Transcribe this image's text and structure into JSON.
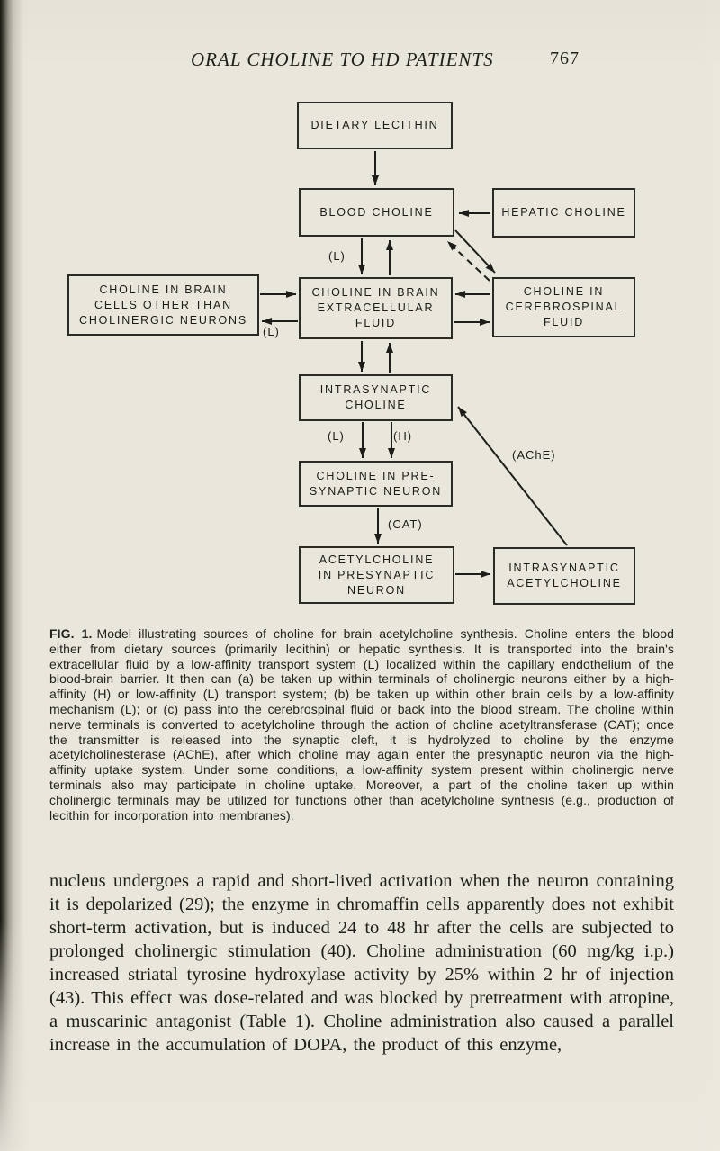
{
  "colors": {
    "page_background": "#e9e6db",
    "ink": "#201f1a"
  },
  "header": {
    "title": "ORAL CHOLINE TO HD PATIENTS",
    "page_number": "767"
  },
  "diagram": {
    "boxes": {
      "dietary_lecithin": "DIETARY LECITHIN",
      "blood_choline": "BLOOD CHOLINE",
      "hepatic_choline": "HEPATIC CHOLINE",
      "brain_cells_other": "CHOLINE IN BRAIN\nCELLS OTHER THAN\nCHOLINERGIC NEURONS",
      "extracellular_fluid": "CHOLINE IN BRAIN\nEXTRACELLULAR\nFLUID",
      "cerebrospinal_fluid": "CHOLINE IN\nCEREBROSPINAL\nFLUID",
      "intrasynaptic_choline": "INTRASYNAPTIC\nCHOLINE",
      "presynaptic_choline": "CHOLINE IN PRE-\nSYNAPTIC NEURON",
      "acetylcholine_presynaptic": "ACETYLCHOLINE\nIN PRESYNAPTIC\nNEURON",
      "intrasynaptic_acetylcholine": "INTRASYNAPTIC\nACETYLCHOLINE"
    },
    "labels": {
      "low_affinity_blood": "(L)",
      "low_affinity_cells": "(L)",
      "low_affinity_uptake": "(L)",
      "high_affinity_uptake": "(H)",
      "cat": "(CAT)",
      "ache": "(AChE)"
    }
  },
  "caption": {
    "label": "FIG. 1.",
    "text": "Model illustrating sources of choline for brain acetylcholine synthesis. Choline enters the blood either from dietary sources (primarily lecithin) or hepatic synthesis. It is transported into the brain's extracellular fluid by a low-affinity transport system (L) localized within the capillary endothelium of the blood-brain barrier. It then can (a) be taken up within terminals of cholinergic neurons either by a high-affinity (H) or low-affinity (L) transport system; (b) be taken up within other brain cells by a low-affinity mechanism (L); or (c) pass into the cerebrospinal fluid or back into the blood stream. The choline within nerve terminals is converted to acetylcholine through the action of choline acetyltransferase (CAT); once the transmitter is released into the synaptic cleft, it is hydrolyzed to choline by the enzyme acetylcholinesterase (AChE), after which choline may again enter the presynaptic neuron via the high-affinity uptake system. Under some conditions, a low-affinity system present within cholinergic nerve terminals also may participate in choline uptake. Moreover, a part of the choline taken up within cholinergic terminals may be utilized for functions other than acetylcholine synthesis (e.g., production of lecithin for incorporation into membranes)."
  },
  "body": {
    "paragraph": "nucleus undergoes a rapid and short-lived activation when the neuron containing it is depolarized (29); the enzyme in chromaffin cells apparently does not exhibit short-term activation, but is induced 24 to 48 hr after the cells are subjected to prolonged cholinergic stimulation (40). Choline administration (60 mg/kg i.p.) increased striatal tyrosine hydroxylase activity by 25% within 2 hr of injection (43). This effect was dose-related and was blocked by pretreatment with atropine, a muscarinic antagonist (Table 1). Choline administration also caused a parallel increase in the accumulation of DOPA, the product of this enzyme,"
  }
}
